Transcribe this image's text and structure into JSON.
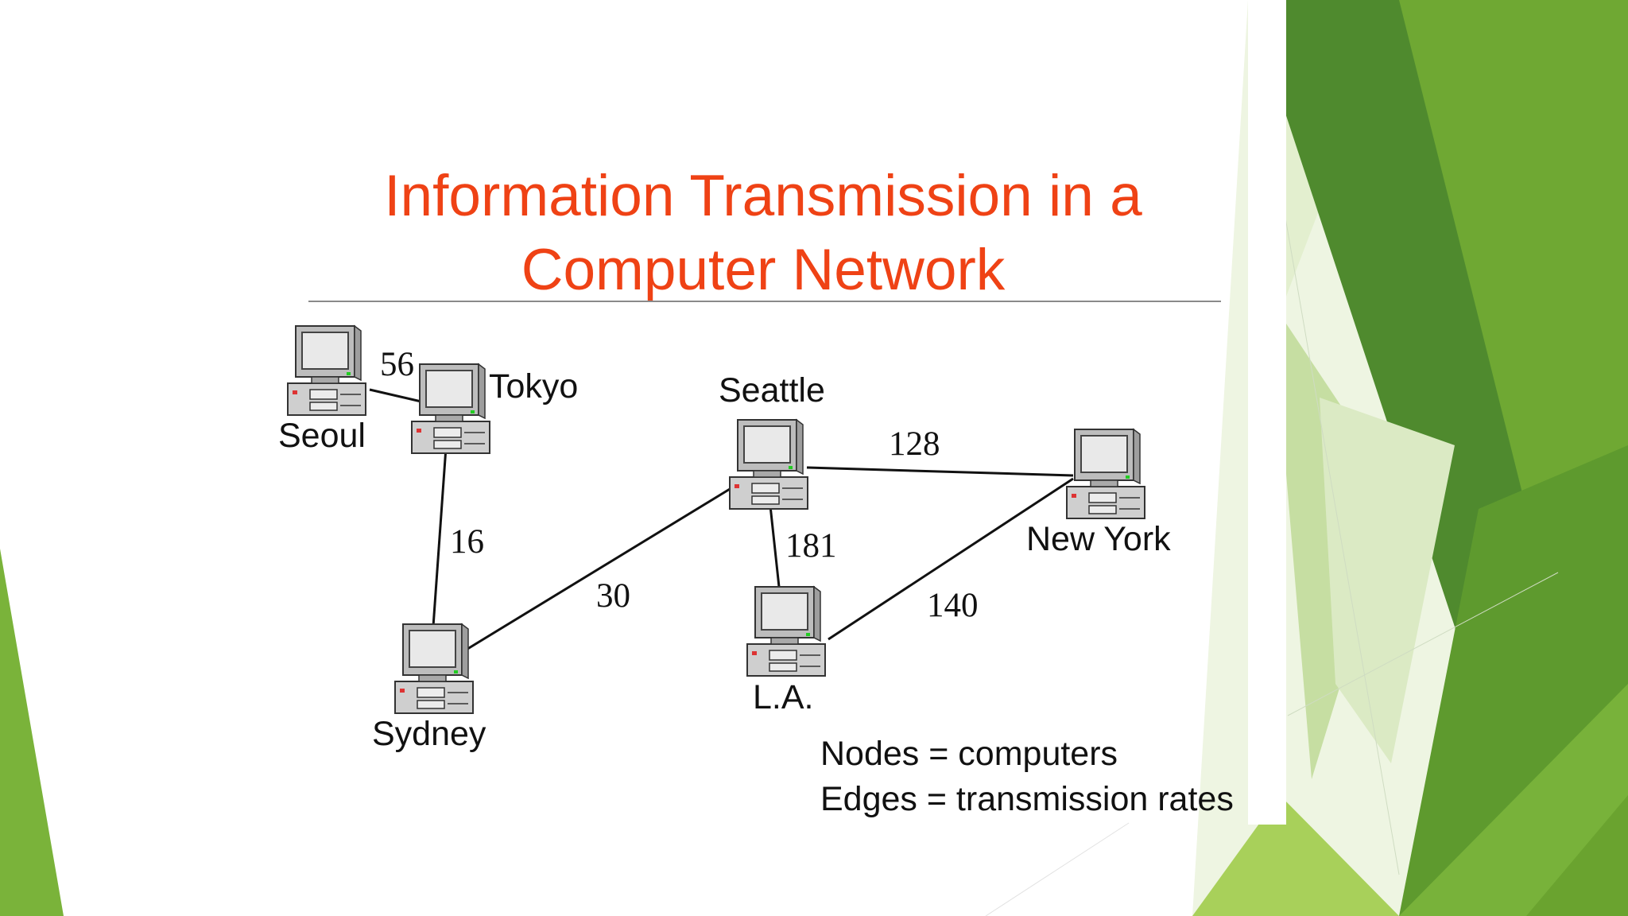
{
  "slide": {
    "title_lines": [
      "Information Transmission in a",
      "Computer Network"
    ],
    "legend": [
      "Nodes = computers",
      "Edges = transmission rates"
    ],
    "theme_colors": {
      "title": "#ef4215",
      "dark_green": "#4f8a2e",
      "mid_green": "#6fa833",
      "light_green": "#9cc84a",
      "pale_green": "#d3e7b5"
    }
  },
  "diagram": {
    "nodes": [
      {
        "id": "seoul",
        "label": "Seoul"
      },
      {
        "id": "tokyo",
        "label": "Tokyo"
      },
      {
        "id": "sydney",
        "label": "Sydney"
      },
      {
        "id": "seattle",
        "label": "Seattle"
      },
      {
        "id": "la",
        "label": "L.A."
      },
      {
        "id": "newyork",
        "label": "New York"
      }
    ],
    "edges": [
      {
        "from": "seoul",
        "to": "tokyo",
        "label": "56"
      },
      {
        "from": "tokyo",
        "to": "sydney",
        "label": "16"
      },
      {
        "from": "sydney",
        "to": "seattle",
        "label": "30"
      },
      {
        "from": "seattle",
        "to": "newyork",
        "label": "128"
      },
      {
        "from": "seattle",
        "to": "la",
        "label": "181"
      },
      {
        "from": "la",
        "to": "newyork",
        "label": "140"
      }
    ]
  }
}
